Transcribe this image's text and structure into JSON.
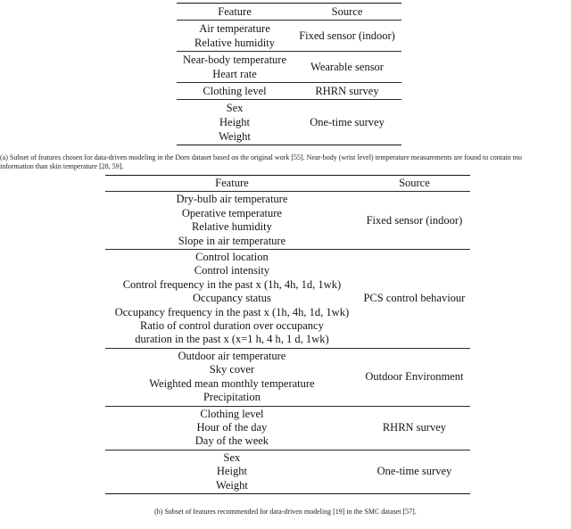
{
  "colors": {
    "background": "#ffffff",
    "text": "#141414",
    "rule": "#161616"
  },
  "table_a": {
    "headers": [
      "Feature",
      "Source"
    ],
    "rows": [
      {
        "features": [
          "Air temperature",
          "Relative humidity"
        ],
        "source": "Fixed sensor (indoor)"
      },
      {
        "features": [
          "Near-body temperature",
          "Heart rate"
        ],
        "source": "Wearable sensor"
      },
      {
        "features": [
          "Clothing level"
        ],
        "source": "RHRN survey"
      },
      {
        "features": [
          "Sex",
          "Height",
          "Weight"
        ],
        "source": "One-time survey"
      }
    ],
    "caption_line1": "(a) Subset of features chosen for data-driven modeling in the Dorn dataset based on the original work [55]. Near-body (wrist level) temperature measurements are found to contain mo",
    "caption_line2": "information than skin temperature [28, 59]."
  },
  "table_b": {
    "headers": [
      "Feature",
      "Source"
    ],
    "rows": [
      {
        "features": [
          "Dry-bulb air temperature",
          "Operative temperature",
          "Relative humidity",
          "Slope in air temperature"
        ],
        "source": "Fixed sensor (indoor)"
      },
      {
        "features": [
          "Control location",
          "Control intensity",
          "Control frequency in the past x (1h, 4h, 1d, 1wk)",
          "Occupancy status",
          "Occupancy frequency in the past x (1h, 4h, 1d, 1wk)",
          "Ratio of control duration over occupancy",
          "duration in the past x (x=1 h, 4 h, 1 d, 1wk)"
        ],
        "source": "PCS control behaviour"
      },
      {
        "features": [
          "Outdoor air temperature",
          "Sky cover",
          "Weighted mean monthly temperature",
          "Precipitation"
        ],
        "source": "Outdoor Environment"
      },
      {
        "features": [
          "Clothing level",
          "Hour of the day",
          "Day of the week"
        ],
        "source": "RHRN survey"
      },
      {
        "features": [
          "Sex",
          "Height",
          "Weight"
        ],
        "source": "One-time survey"
      }
    ],
    "caption": "(b) Subset of features recommended for data-driven modeling [19] in the SMC dataset [57]."
  }
}
